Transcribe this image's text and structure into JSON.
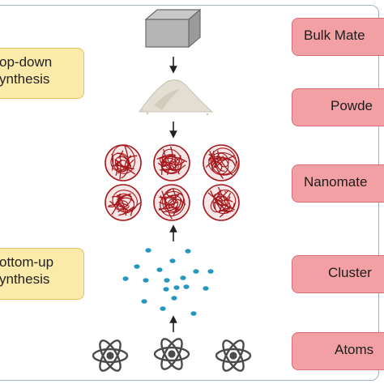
{
  "left_labels": {
    "top_down": {
      "line1": "op-down",
      "line2": "ynthesis"
    },
    "bottom_up": {
      "line1": "ottom-up",
      "line2": "ynthesis"
    }
  },
  "stage_labels": {
    "bulk": "Bulk Mate",
    "powder": "Powde",
    "nano": "Nanomate",
    "clusters": "Cluster",
    "atoms": "Atoms"
  },
  "colors": {
    "yellow_fill": "#fbeaaa",
    "yellow_border": "#e3c262",
    "pink_fill": "#f2a0a4",
    "pink_border": "#d86c74",
    "nano_red": "#a5181c",
    "cluster_dot": "#2596be",
    "atom_gray": "#4a4a4a"
  },
  "icons": [
    "cube-icon",
    "powder-pile-icon",
    "nanoparticle-icon",
    "cluster-dot-icon",
    "atom-icon",
    "arrow-down-icon",
    "arrow-up-icon"
  ]
}
